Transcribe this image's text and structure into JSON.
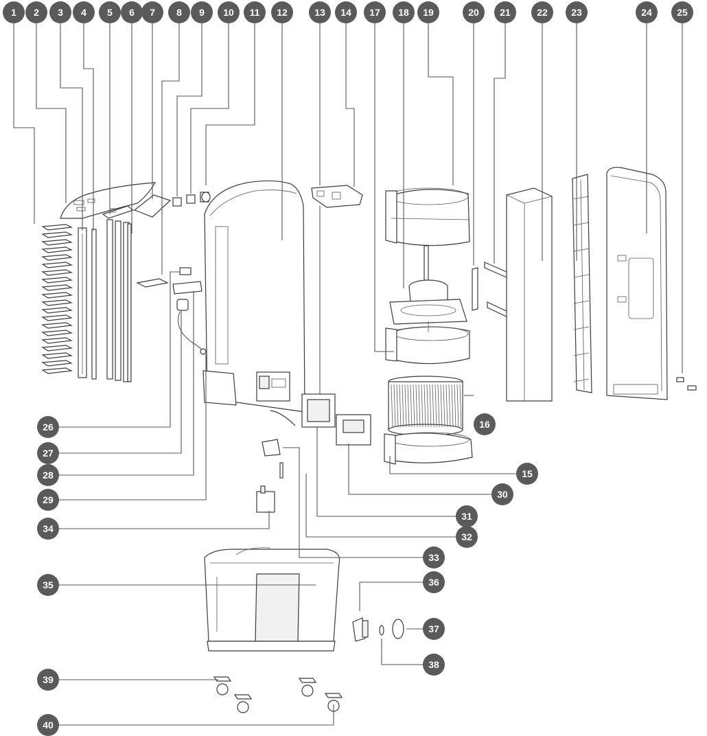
{
  "diagram": {
    "badge_color": "#5a5a5a",
    "line_color": "#555555",
    "callouts": [
      "1",
      "2",
      "3",
      "4",
      "5",
      "6",
      "7",
      "8",
      "9",
      "10",
      "11",
      "12",
      "13",
      "14",
      "17",
      "18",
      "19",
      "20",
      "21",
      "22",
      "23",
      "24",
      "25",
      "16",
      "15",
      "30",
      "31",
      "32",
      "33",
      "26",
      "27",
      "28",
      "29",
      "34",
      "35",
      "36",
      "37",
      "38",
      "39",
      "40"
    ]
  }
}
